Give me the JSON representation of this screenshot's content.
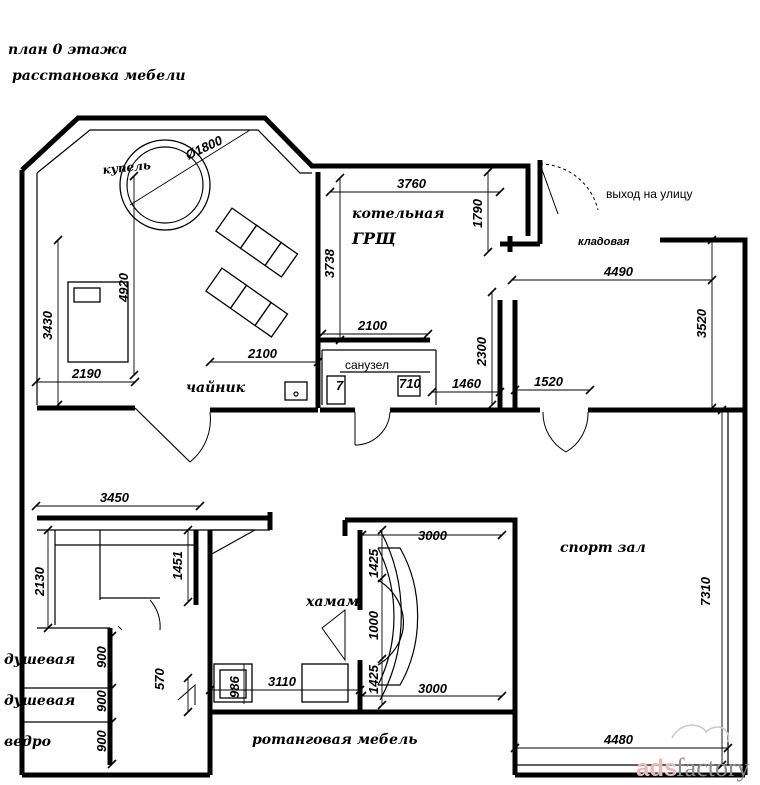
{
  "title": {
    "line1": "план 0 этажа",
    "line2": "расстановка мебели"
  },
  "rooms": {
    "kupel": "купель",
    "kotelnaya": "котельная",
    "grsch": "ГРЩ",
    "vyhod": "выход на улицу",
    "kladovaya": "кладовая",
    "sanuzel": "санузел",
    "chaynik": "чайник",
    "sport_zal": "спорт зал",
    "hamam": "хамам",
    "dushevaya_1": "душевая",
    "dushevaya_2": "душевая",
    "vedro": "ведро",
    "rotangovaya": "ротанговая мебель"
  },
  "dimensions": {
    "d1800": "Ø1800",
    "d3760": "3760",
    "d1790": "1790",
    "d3738": "3738",
    "d4920": "4920",
    "d3430": "3430",
    "d2190": "2190",
    "d2100a": "2100",
    "d2100b": "2100",
    "d4490": "4490",
    "d3520": "3520",
    "d2300": "2300",
    "d710": "710",
    "d7": "7",
    "d1460": "1460",
    "d1520": "1520",
    "d3450": "3450",
    "d2130": "2130",
    "d1451": "1451",
    "d3000a": "3000",
    "d3000b": "3000",
    "d1425a": "1425",
    "d1000": "1000",
    "d1425b": "1425",
    "d7310": "7310",
    "d570": "570",
    "d986": "986",
    "d3110": "3110",
    "d900a": "900",
    "d900b": "900",
    "d900c": "900",
    "d4480": "4480"
  },
  "watermark": {
    "part1": "ads",
    "part2": "factory"
  }
}
